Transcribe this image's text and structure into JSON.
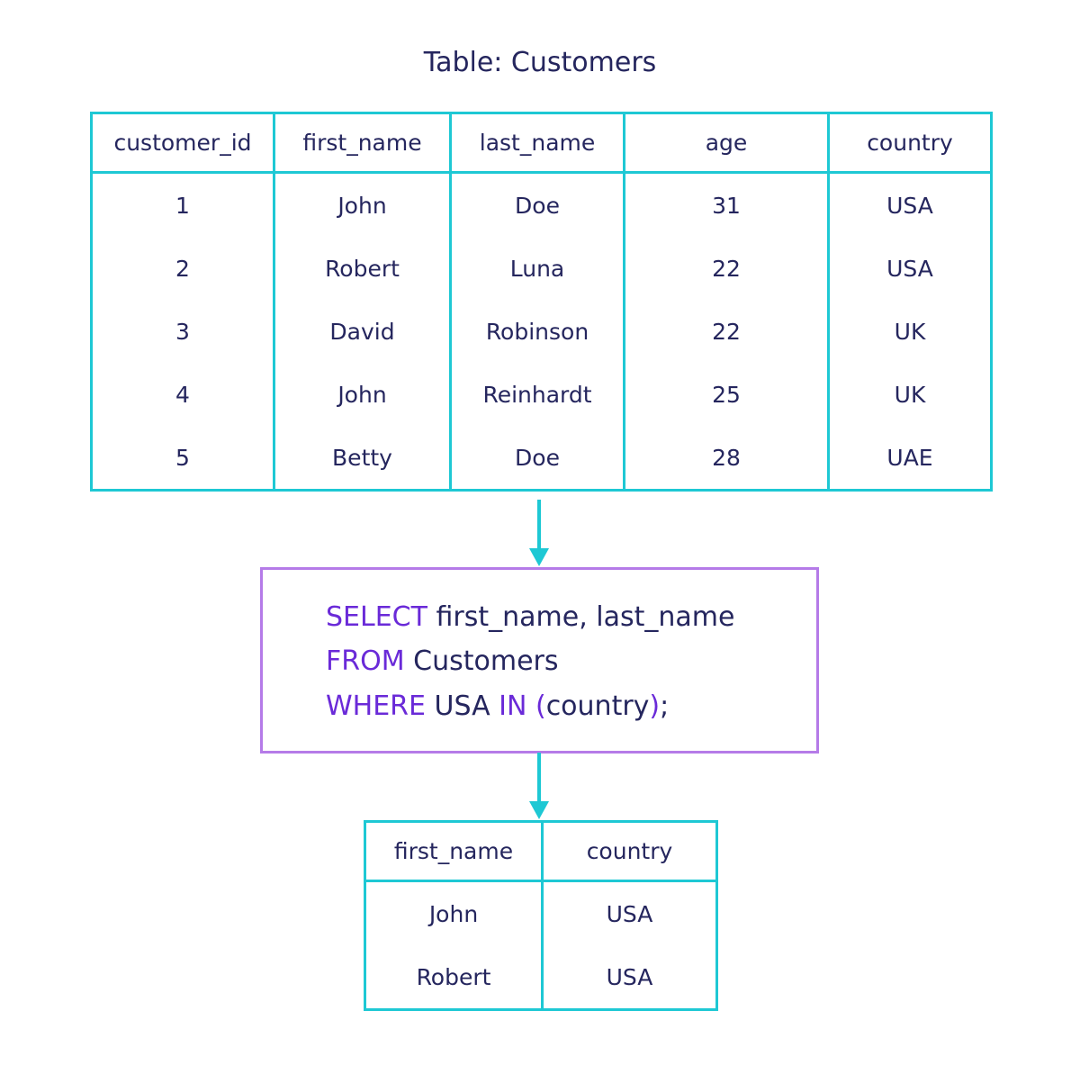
{
  "title": "Table: Customers",
  "customers": {
    "columns": [
      "customer_id",
      "first_name",
      "last_name",
      "age",
      "country"
    ],
    "rows": [
      [
        "1",
        "John",
        "Doe",
        "31",
        "USA"
      ],
      [
        "2",
        "Robert",
        "Luna",
        "22",
        "USA"
      ],
      [
        "3",
        "David",
        "Robinson",
        "22",
        "UK"
      ],
      [
        "4",
        "John",
        "Reinhardt",
        "25",
        "UK"
      ],
      [
        "5",
        "Betty",
        "Doe",
        "28",
        "UAE"
      ]
    ]
  },
  "query": {
    "line1": {
      "keyword": "SELECT",
      "rest": " first_name, last_name"
    },
    "line2": {
      "keyword": "FROM",
      "rest": " Customers"
    },
    "line3": {
      "keyword": "WHERE",
      "mid": " USA ",
      "keyword2": "IN",
      "paren_open": " (",
      "inner": "country",
      "paren_close": ")",
      "end": ";"
    }
  },
  "result": {
    "columns": [
      "first_name",
      "country"
    ],
    "rows": [
      [
        "John",
        "USA"
      ],
      [
        "Robert",
        "USA"
      ]
    ]
  },
  "colors": {
    "table_border": "#1ec8d4",
    "query_border": "#b57be8",
    "keyword": "#6a2ad8",
    "text": "#25265e"
  }
}
